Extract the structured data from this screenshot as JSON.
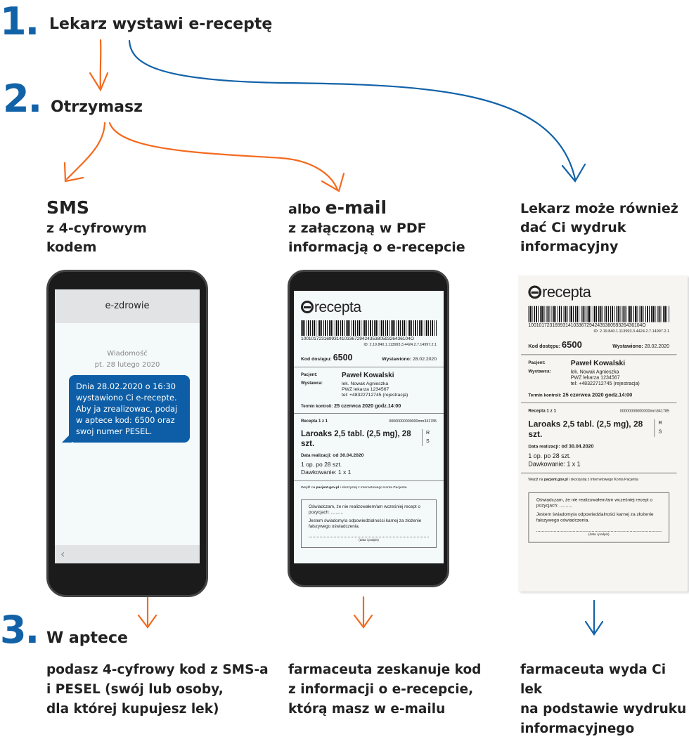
{
  "steps": [
    {
      "number": "1.",
      "label": "Lekarz wystawi e-receptę"
    },
    {
      "number": "2.",
      "label": "Otrzymasz"
    },
    {
      "number": "3.",
      "label": "W aptece"
    }
  ],
  "options": {
    "sms": {
      "title": "SMS",
      "lines": [
        "z 4-cyfrowym",
        "kodem"
      ]
    },
    "email": {
      "prefix": "albo",
      "title": "e-mail",
      "lines": [
        "z załączoną w PDF",
        "informacją o e-recepcie"
      ]
    },
    "print": {
      "lines": [
        "Lekarz może również",
        "dać Ci wydruk",
        "informacyjny"
      ]
    }
  },
  "sms_screen": {
    "sender": "e-zdrowie",
    "meta": "Wiadomość",
    "date": "pt. 28 lutego 2020",
    "message": "Dnia 28.02.2020 o 16:30 wystawiono Ci e-recepte. Aby ja zrealizowac, podaj w aptece kod: 6500 oraz swoj numer PESEL.",
    "back_icon": "‹"
  },
  "prescription": {
    "logo": "recepta",
    "barcode_number": "1001017231699314103367294243538059326436104O",
    "id": "ID: 2.19.840.1.113993.3.4424.2.7.14997.2.1",
    "access_label": "Kod dostępu:",
    "access_code": "6500",
    "issued_label": "Wystawiono:",
    "issued_date": "28.02.2020",
    "patient_label": "Pacjent:",
    "patient": "Paweł Kowalski",
    "issuer_label": "Wystawca:",
    "issuer_lines": [
      "lek. Nowak Agnieszka",
      "PWZ lekarza 1234567",
      "tel: +48322712745 (rejestracja)"
    ],
    "control_label": "Termin kontroli:",
    "control_value": "25 czerwca 2020 godz.14:00",
    "recipe_label": "Recepta 1 z 1",
    "recipe_code": "00000000000000mm341785",
    "drug": "Laroaks 2,5 tabl. (2,5 mg), 28 szt.",
    "rs": [
      "R",
      "S"
    ],
    "date_label": "Data realizacji:",
    "date_value": "od 30.04.2020",
    "qty": "1 op. po 28 szt.",
    "dosage": "Dawkowanie: 1 x 1",
    "portal_pre": "Wejdź na",
    "portal_link": "pacjent.gov.pl",
    "portal_post": "i skorzystaj z Internetowego Konta Pacjenta",
    "statement1": "Oświadczam, że nie realizowałem/am wcześniej recept o pozycjach: ..........",
    "statement2": "Jestem świadomy/a odpowiedzialności karnej za złożenie fałszywego oświadczenia.",
    "signature": "(data i podpis)"
  },
  "pharmacy": {
    "sms": [
      "podasz 4-cyfrowy kod z SMS-a",
      "i PESEL (swój lub osoby,",
      "dla której kupujesz lek)"
    ],
    "email": [
      "farmaceuta zeskanuje kod",
      "z informacji o e-recepcie,",
      "którą masz w e-mailu"
    ],
    "print": [
      "farmaceuta wyda Ci lek",
      "na podstawie wydruku",
      "informacyjnego"
    ]
  },
  "colors": {
    "blue": "#1262a8",
    "orange": "#f46a1e"
  }
}
